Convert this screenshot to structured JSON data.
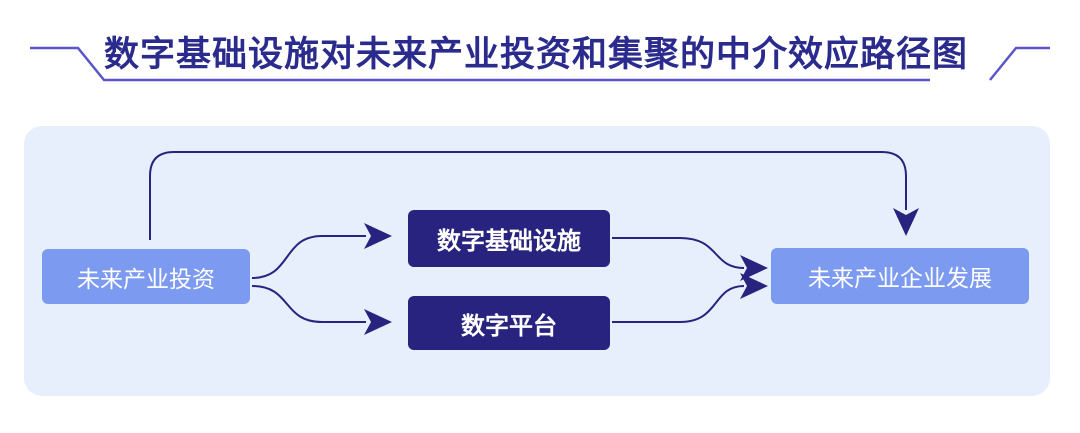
{
  "title": "数字基础设施对未来产业投资和集聚的中介效应路径图",
  "nodes": {
    "source": "未来产业投资",
    "mediator_infrastructure": "数字基础设施",
    "mediator_platform": "数字平台",
    "target": "未来产业企业发展"
  },
  "colors": {
    "title": "#2b2b8e",
    "title_decoration": "#5b55c9",
    "panel_background": "#e7effd",
    "source_target_node": "#7d9af1",
    "mediator_node": "#27237e",
    "arrow": "#27237e"
  }
}
